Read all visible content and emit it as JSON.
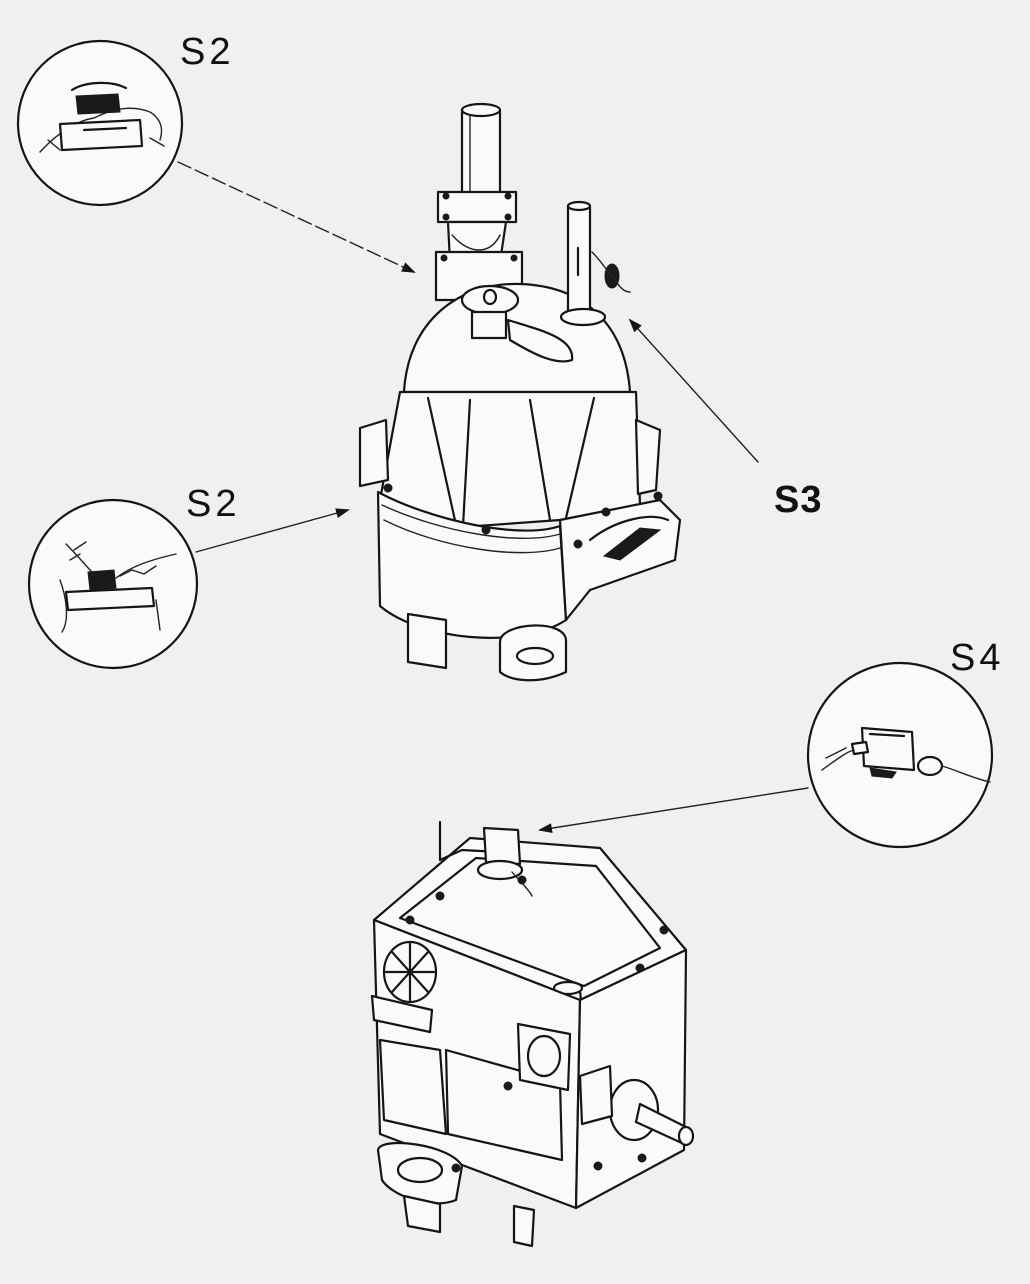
{
  "callouts": {
    "s2_top": {
      "label": "S2"
    },
    "s2_mid": {
      "label": "S2"
    },
    "s3": {
      "label": "S3"
    },
    "s4": {
      "label": "S4"
    }
  },
  "colors": {
    "paper": "#f1f0ee",
    "ink": "#151515"
  }
}
